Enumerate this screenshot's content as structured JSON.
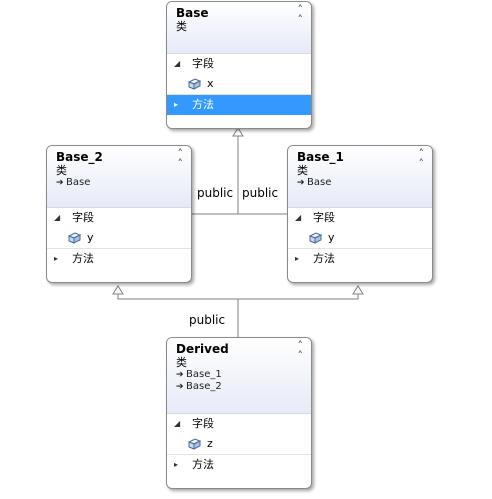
{
  "classes": {
    "base": {
      "name": "Base",
      "kind": "类",
      "fields_label": "字段",
      "fields": [
        "x"
      ],
      "methods_label": "方法",
      "methods_selected": true
    },
    "base2": {
      "name": "Base_2",
      "kind": "类",
      "inherits": [
        "Base"
      ],
      "fields_label": "字段",
      "fields": [
        "y"
      ],
      "methods_label": "方法"
    },
    "base1": {
      "name": "Base_1",
      "kind": "类",
      "inherits": [
        "Base"
      ],
      "fields_label": "字段",
      "fields": [
        "y"
      ],
      "methods_label": "方法"
    },
    "derived": {
      "name": "Derived",
      "kind": "类",
      "inherits": [
        "Base_1",
        "Base_2"
      ],
      "fields_label": "字段",
      "fields": [
        "z"
      ],
      "methods_label": "方法"
    }
  },
  "connectors": {
    "base2_to_base": "public",
    "base1_to_base": "public",
    "derived_to_bases": "public"
  },
  "colors": {
    "selection": "#3399ff",
    "header_gradient_end": "#e6eaf7",
    "connector": "#808080"
  },
  "icons": {
    "collapse": "double-chevron-up-icon",
    "field": "field-cube-icon",
    "inherit": "inherit-arrow-icon"
  }
}
